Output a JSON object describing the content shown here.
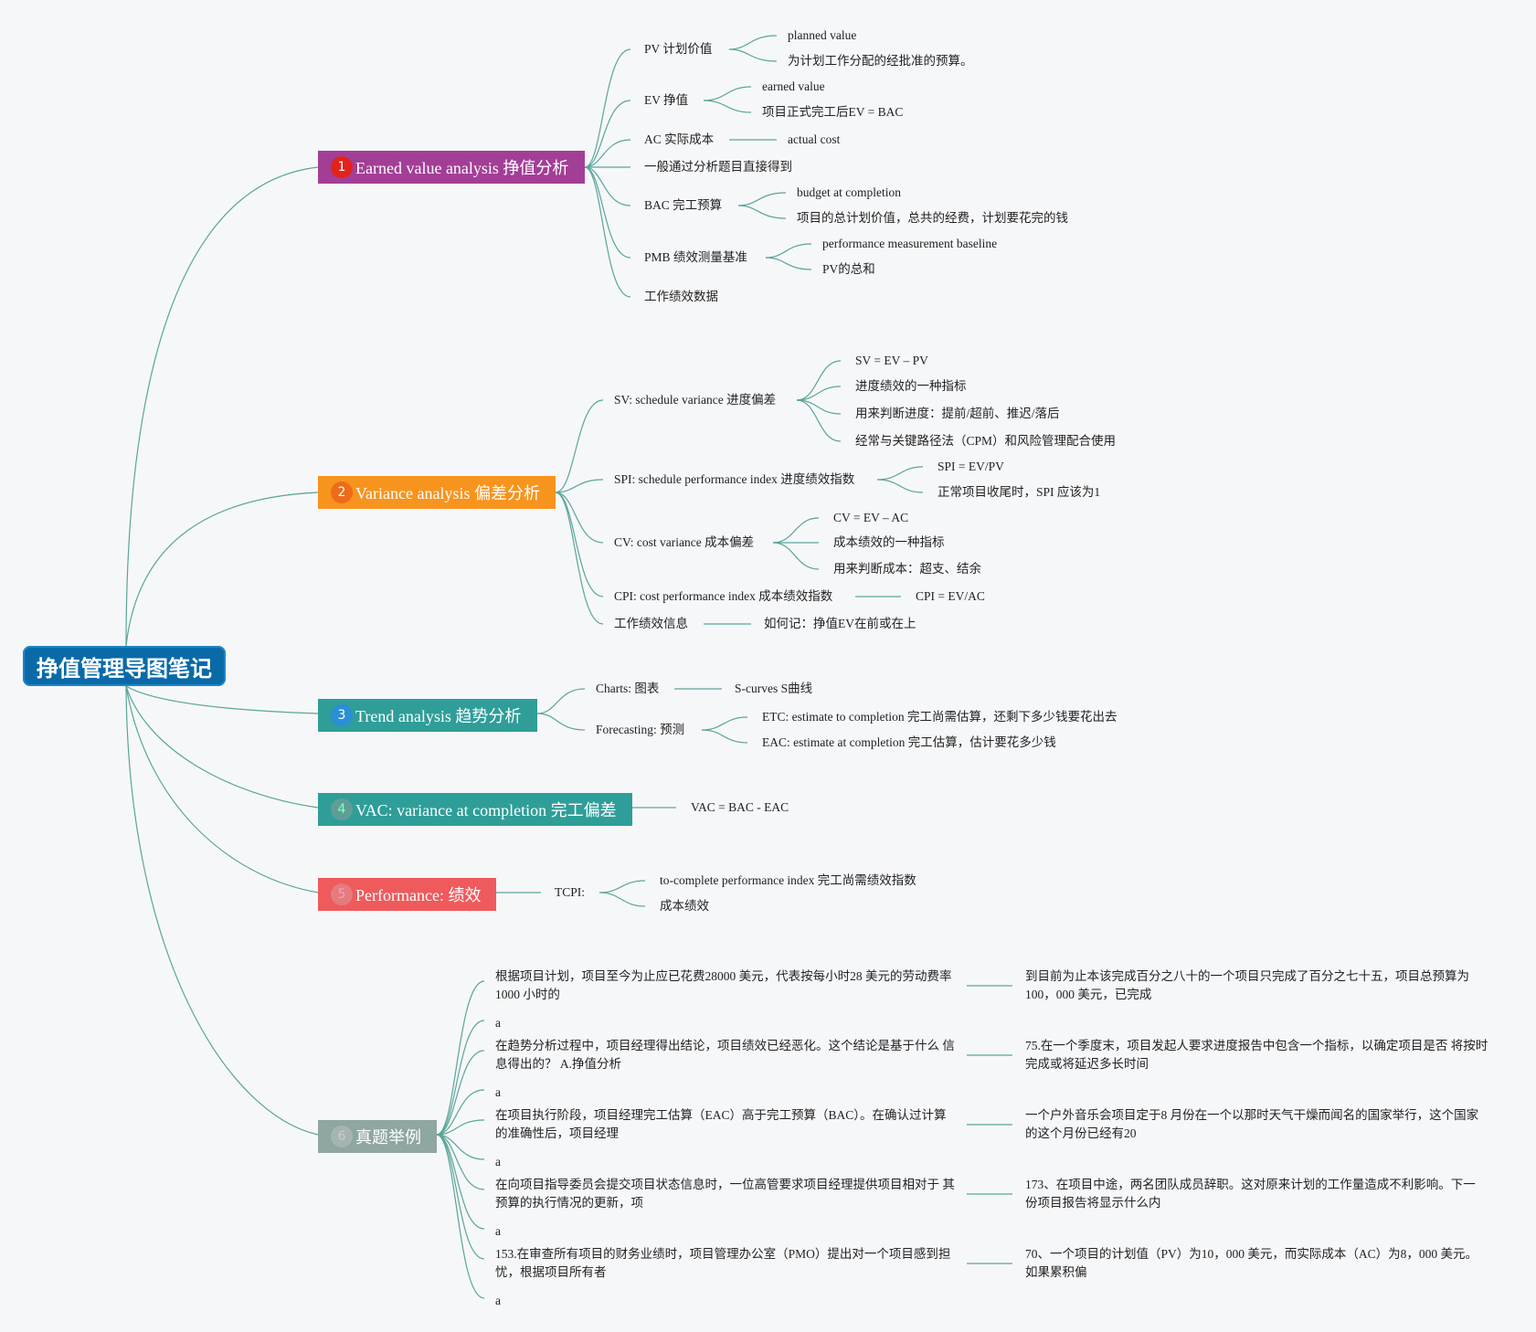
{
  "root": {
    "title": "挣值管理导图笔记"
  },
  "topics": [
    {
      "num": "1",
      "label": "Earned value analysis 挣值分析",
      "color": "#a33e96"
    },
    {
      "num": "2",
      "label": "Variance analysis 偏差分析",
      "color": "#f7941d"
    },
    {
      "num": "3",
      "label": "Trend analysis 趋势分析",
      "color": "#2f9e98"
    },
    {
      "num": "4",
      "label": "VAC: variance at completion 完工偏差",
      "color": "#2f9e98"
    },
    {
      "num": "5",
      "label": "Performance: 绩效",
      "color": "#ef5a5c"
    },
    {
      "num": "6",
      "label": "真题举例",
      "color": "#8fa6a2"
    }
  ],
  "b1": {
    "pv": "PV 计划价值",
    "pv_en": "planned value",
    "pv_def": "为计划工作分配的经批准的预算。",
    "ev": "EV 挣值",
    "ev_en": "earned value",
    "ev_def": "项目正式完工后EV = BAC",
    "ac": "AC 实际成本",
    "ac_en": "actual cost",
    "ac_note": "一般通过分析题目直接得到",
    "bac": "BAC 完工预算",
    "bac_en": "budget at completion",
    "bac_def": "项目的总计划价值，总共的经费，计划要花完的钱",
    "pmb": "PMB 绩效测量基准",
    "pmb_en": "performance measurement baseline",
    "pmb_def": "PV的总和",
    "work_data": "工作绩效数据"
  },
  "b2": {
    "sv": "SV: schedule variance 进度偏差",
    "sv_1": "SV = EV – PV",
    "sv_2": "进度绩效的一种指标",
    "sv_3": "用来判断进度：提前/超前、推迟/落后",
    "sv_4": "经常与关键路径法（CPM）和风险管理配合使用",
    "spi": "SPI: schedule performance index 进度绩效指数",
    "spi_1": "SPI = EV/PV",
    "spi_2": "正常项目收尾时，SPI 应该为1",
    "cv": "CV: cost variance 成本偏差",
    "cv_1": "CV = EV – AC",
    "cv_2": "成本绩效的一种指标",
    "cv_3": "用来判断成本：超支、结余",
    "cpi": "CPI: cost performance index 成本绩效指数",
    "cpi_1": "CPI = EV/AC",
    "work_info": "工作绩效信息",
    "work_info_1": "如何记：挣值EV在前或在上"
  },
  "b3": {
    "charts": "Charts: 图表",
    "charts_1": "S-curves S曲线",
    "forecasting": "Forecasting: 预测",
    "etc": "ETC: estimate to completion 完工尚需估算，还剩下多少钱要花出去",
    "eac": "EAC: estimate at completion 完工估算，估计要花多少钱"
  },
  "b4": {
    "vac": "VAC = BAC - EAC"
  },
  "b5": {
    "tcpi": "TCPI:",
    "tcpi_1": "to-complete performance index 完工尚需绩效指数",
    "tcpi_2": "成本绩效"
  },
  "b6": [
    {
      "q": "根据项目计划，项目至今为止应已花费28000 美元，代表按每小时28 美元的劳动费率1000 小时的",
      "d": "到目前为止本该完成百分之八十的一个项目只完成了百分之七十五，项目总预算为100，000 美元，已完成",
      "a": "a"
    },
    {
      "q": "在趋势分析过程中，项目经理得出结论，项目绩效已经恶化。这个结论是基于什么 信息得出的？ A.挣值分析",
      "d": "75.在一个季度末，项目发起人要求进度报告中包含一个指标，以确定项目是否 将按时完成或将延迟多长时间",
      "a": "a"
    },
    {
      "q": "在项目执行阶段，项目经理完工估算（EAC）高于完工预算（BAC）。在确认过计算 的准确性后，项目经理",
      "d": "一个户外音乐会项目定于8 月份在一个以那时天气干燥而闻名的国家举行，这个国家 的这个月份已经有20",
      "a": "a"
    },
    {
      "q": "在向项目指导委员会提交项目状态信息时，一位高管要求项目经理提供项目相对于 其预算的执行情况的更新，项",
      "d": "173、在项目中途，两名团队成员辞职。这对原来计划的工作量造成不利影响。下一份项目报告将显示什么内",
      "a": "a"
    },
    {
      "q": "153.在审查所有项目的财务业绩时，项目管理办公室（PMO）提出对一个项目感到担忧，根据项目所有者",
      "d": "70、一个项目的计划值（PV）为10，000 美元，而实际成本（AC）为8，000 美元。如果累积偏",
      "a": "a"
    }
  ]
}
